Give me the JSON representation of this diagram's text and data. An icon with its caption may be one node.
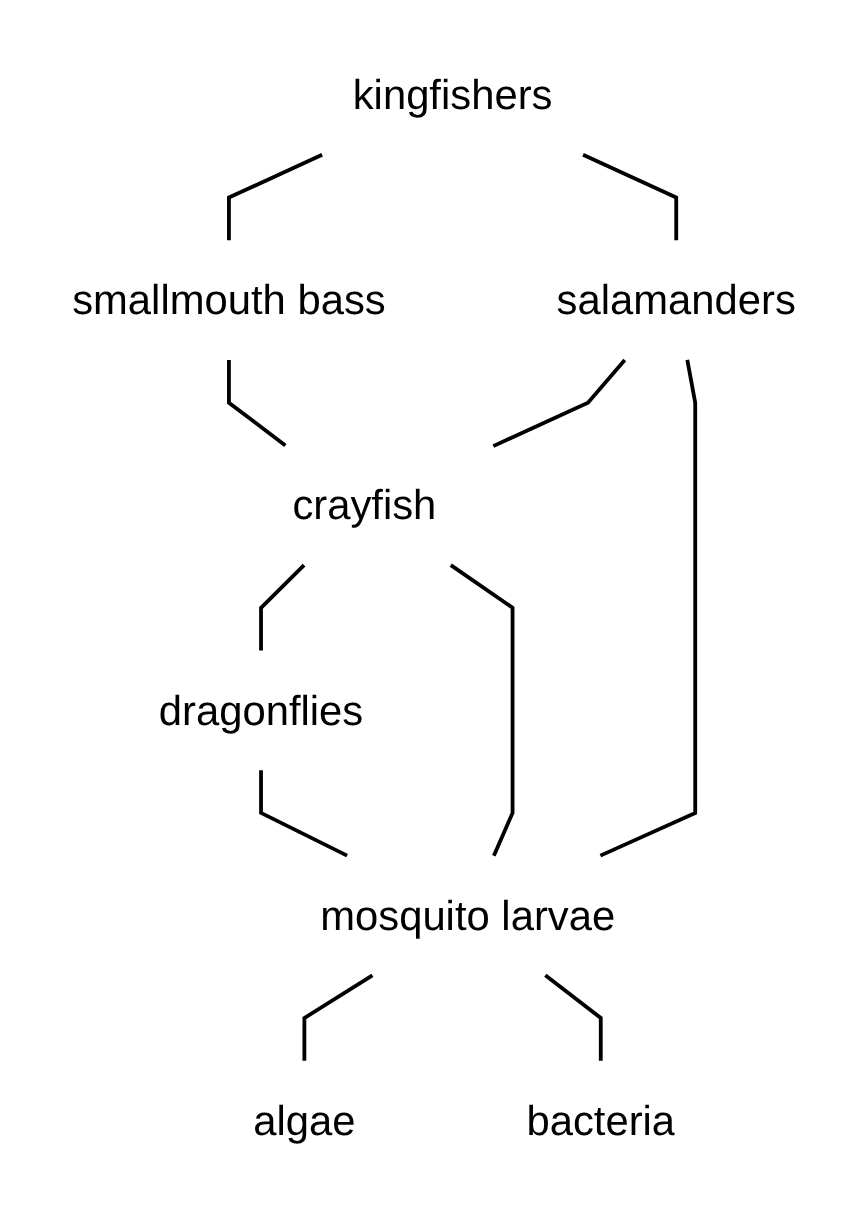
{
  "diagram": {
    "nodes": [
      {
        "text": [
          "kingfishers"
        ]
      },
      {
        "text": [
          "smallmouth bass"
        ]
      },
      {
        "text": [
          "salamanders"
        ]
      },
      {
        "text": [
          "crayfish"
        ]
      },
      {
        "text": [
          "dragonflies"
        ]
      },
      {
        "text": [
          "mosquito larvae"
        ]
      },
      {
        "text": [
          "algae"
        ]
      },
      {
        "text": [
          "bacteria"
        ]
      }
    ],
    "edges": [
      {
        "from": 0,
        "to": 1,
        "arrow": "none"
      },
      {
        "from": 0,
        "to": 2,
        "arrow": "none"
      },
      {
        "from": 1,
        "to": 3,
        "arrow": "none"
      },
      {
        "from": 2,
        "to": 3,
        "arrow": "none"
      },
      {
        "from": 2,
        "to": 5,
        "arrow": "none"
      },
      {
        "from": 3,
        "to": 4,
        "arrow": "none"
      },
      {
        "from": 3,
        "to": 5,
        "arrow": "none"
      },
      {
        "from": 4,
        "to": 5,
        "arrow": "none"
      },
      {
        "from": 5,
        "to": 6,
        "arrow": "none"
      },
      {
        "from": 5,
        "to": 7,
        "arrow": "none"
      }
    ]
  }
}
